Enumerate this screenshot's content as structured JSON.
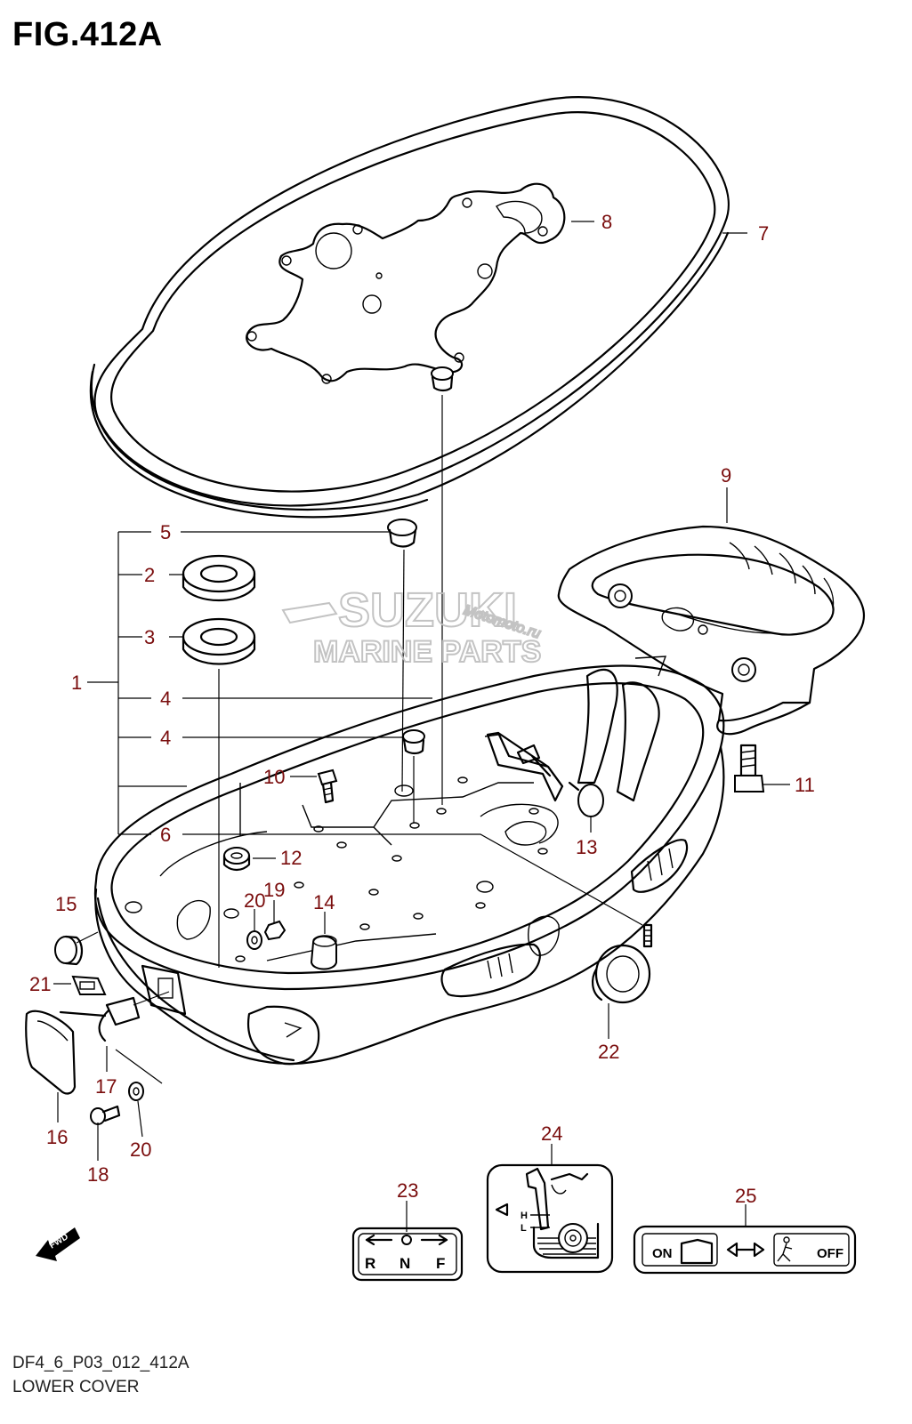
{
  "figure": {
    "title": "FIG.412A"
  },
  "footer": {
    "code": "DF4_6_P03_012_412A",
    "name": "LOWER COVER"
  },
  "watermark": {
    "line1": "SUZUKI",
    "line2": "MARINE PARTS",
    "line3": "Motomoto.ru"
  },
  "callouts": {
    "c1": "1",
    "c2": "2",
    "c3": "3",
    "c4a": "4",
    "c4b": "4",
    "c5": "5",
    "c6": "6",
    "c7": "7",
    "c8": "8",
    "c9": "9",
    "c10": "10",
    "c11": "11",
    "c12": "12",
    "c13": "13",
    "c14": "14",
    "c15": "15",
    "c16": "16",
    "c17": "17",
    "c18": "18",
    "c19": "19",
    "c20a": "20",
    "c20b": "20",
    "c21": "21",
    "c22": "22",
    "c23": "23",
    "c24": "24",
    "c25": "25"
  },
  "decals": {
    "shift": {
      "r": "R",
      "n": "N",
      "f": "F"
    },
    "oil": {
      "h": "H",
      "l": "L"
    },
    "fuel": {
      "on": "ON",
      "off": "OFF"
    }
  },
  "fwd_label": "FWD",
  "colors": {
    "callout": "#7a0d0d",
    "line": "#000000",
    "watermark": "#bdbdbd"
  }
}
